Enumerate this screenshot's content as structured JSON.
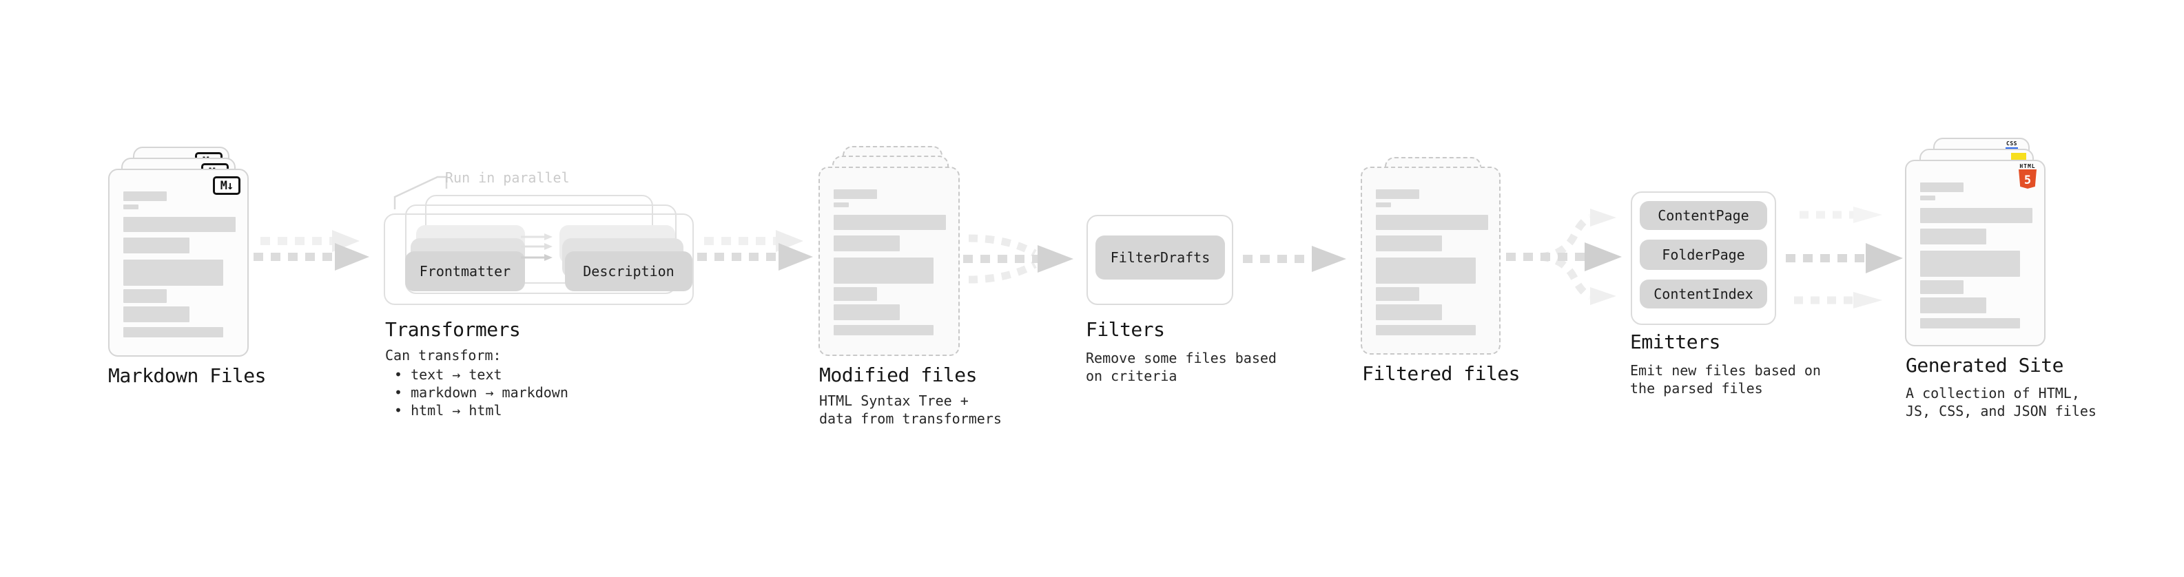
{
  "stages": {
    "markdown": {
      "label": "Markdown Files",
      "badge": "M↓"
    },
    "transformers": {
      "label": "Transformers",
      "note": "Run in parallel",
      "pill_frontmatter": "Frontmatter",
      "pill_description": "Description",
      "desc_title": "Can transform:",
      "bullet_1": "• text → text",
      "bullet_2": "• markdown → markdown",
      "bullet_3": "• html → html"
    },
    "modified": {
      "label": "Modified files",
      "desc_line1": "HTML Syntax Tree +",
      "desc_line2": "data from transformers"
    },
    "filters": {
      "label": "Filters",
      "pill_filterdrafts": "FilterDrafts",
      "desc_line1": "Remove some files based",
      "desc_line2": "on criteria"
    },
    "filtered": {
      "label": "Filtered files"
    },
    "emitters": {
      "label": "Emitters",
      "pill_1": "ContentPage",
      "pill_2": "FolderPage",
      "pill_3": "ContentIndex",
      "desc_line1": "Emit new files based on",
      "desc_line2": "the parsed files"
    },
    "generated": {
      "label": "Generated Site",
      "desc_line1": "A collection of HTML,",
      "desc_line2": "JS, CSS, and JSON files",
      "html5_word": "HTML",
      "html5_number": "5",
      "css_word": "CSS"
    }
  },
  "colors": {
    "html5_orange": "#e34f26",
    "js_yellow": "#f7df1e",
    "css_blue": "#2b66e8",
    "placeholder_gray": "#dadada",
    "arrow_gray": "#dcdcdc",
    "note_gray": "#cbcbcb"
  }
}
